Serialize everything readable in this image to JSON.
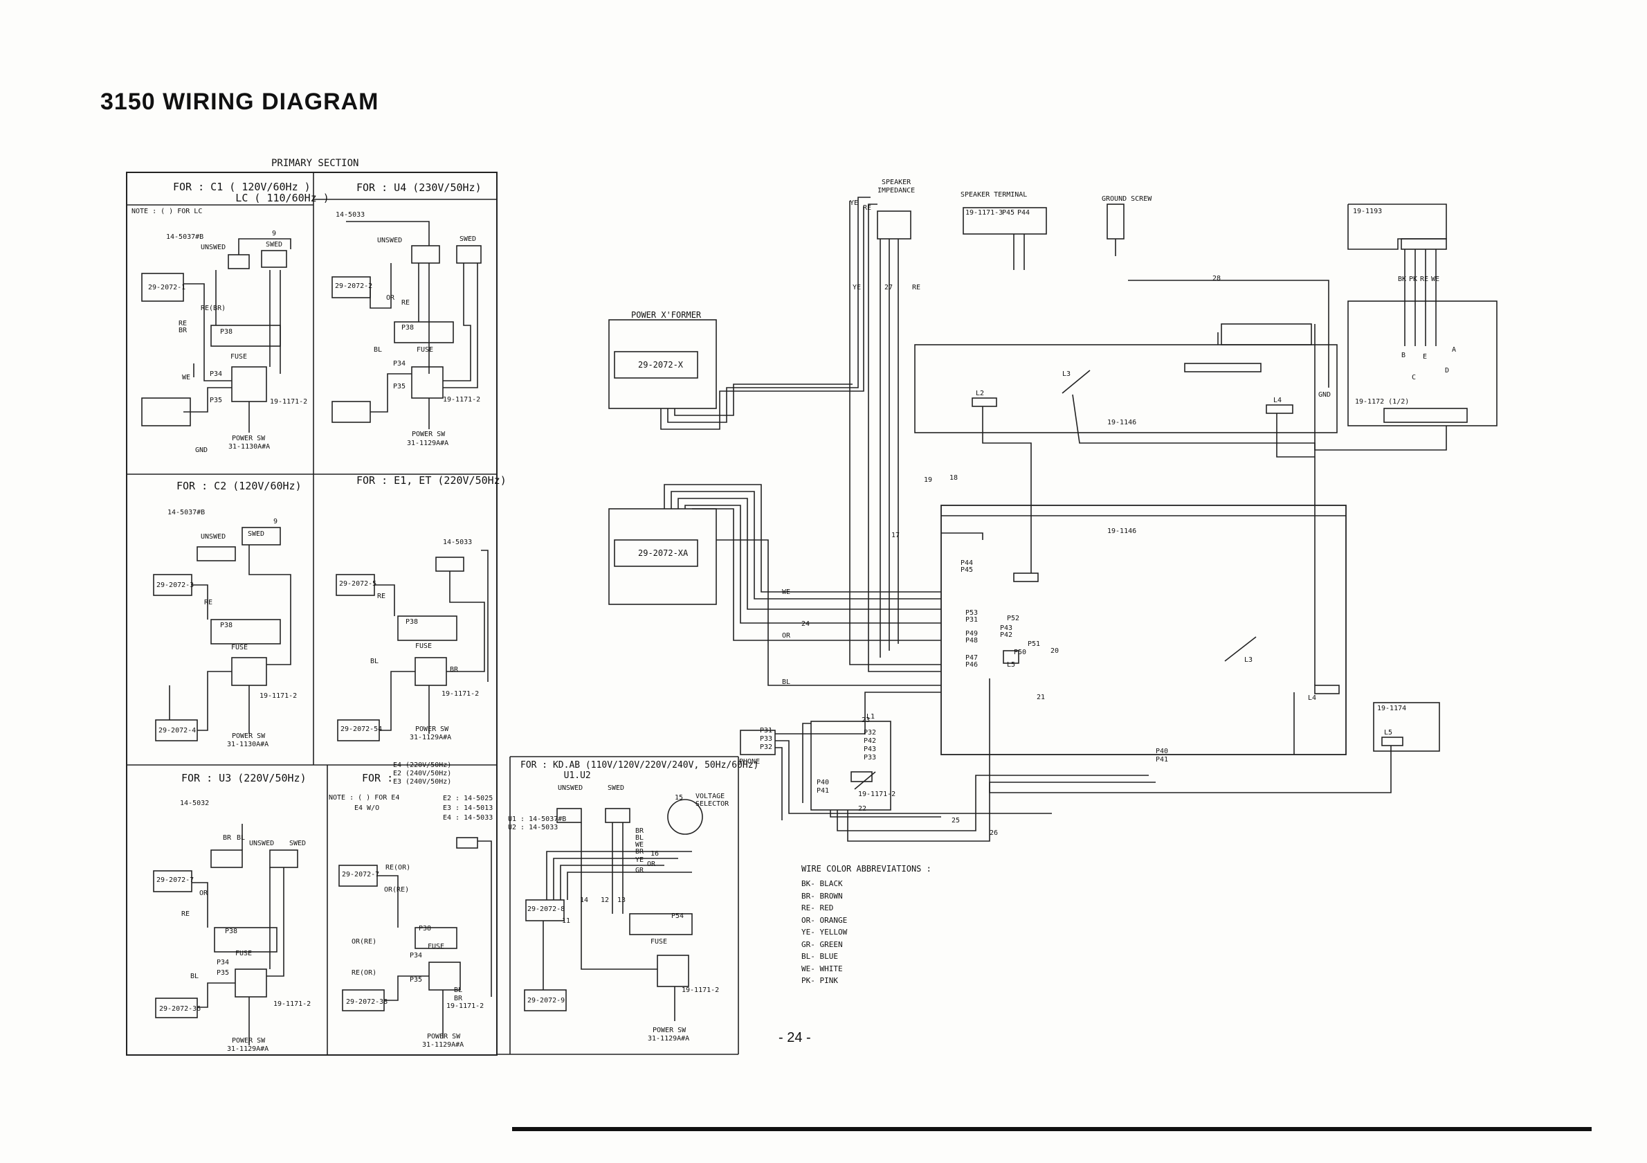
{
  "title": "3150 WIRING DIAGRAM",
  "primary_section": {
    "heading": "PRIMARY SECTION",
    "panels": [
      {
        "id": "c1lc",
        "header": "FOR : C1 ( 120V/60Hz )\n          LC ( 110/60Hz )",
        "note": "NOTE : (   ) FOR  LC",
        "labels": [
          "14-5037#B",
          "UNSWED",
          "SWED",
          "9",
          "29-2072-1",
          "RE(BR)",
          "RE",
          "BR",
          "P38",
          "FUSE",
          "WE",
          "P34",
          "P35",
          "19-1171-2",
          "GND",
          "POWER SW",
          "31-1130A#A"
        ]
      },
      {
        "id": "u4",
        "header": "FOR : U4 (230V/50Hz)",
        "labels": [
          "14-5033",
          "UNSWED",
          "SWED",
          "29-2072-2",
          "OR",
          "RE",
          "BL",
          "P38",
          "FUSE",
          "P34",
          "P35",
          "19-1171-2",
          "POWER SW",
          "31-1129A#A"
        ]
      },
      {
        "id": "c2",
        "header": "FOR : C2 (120V/60Hz)",
        "labels": [
          "14-5037#B",
          "UNSWED",
          "SWED",
          "9",
          "29-2072-3",
          "RE",
          "FUSE",
          "P38",
          "19-1171-2",
          "29-2072-4",
          "POWER SW",
          "31-1130A#A"
        ]
      },
      {
        "id": "e1",
        "header": "FOR : E1, ET (220V/50Hz)",
        "labels": [
          "14-5033",
          "29-2072-5",
          "RE",
          "FUSE",
          "P38",
          "BL",
          "BR",
          "19-1171-2",
          "29-2072-54",
          "POWER SW",
          "31-1129A#A"
        ]
      },
      {
        "id": "u3",
        "header": "FOR : U3 (220V/50Hz)",
        "labels": [
          "14-5032",
          "BR",
          "BL",
          "UNSWED",
          "SWED",
          "29-2072-7",
          "OR",
          "RE",
          "BL",
          "P38",
          "FUSE",
          "P34",
          "P35",
          "19-1171-2",
          "29-2072-36",
          "POWER SW",
          "31-1129A#A"
        ]
      },
      {
        "id": "e2",
        "header_prefix": "FOR :",
        "header_lines": [
          "E4 (220V/50Hz)",
          "E2 (240V/50Hz)",
          "E3 (240V/50Hz)"
        ],
        "note": "NOTE : (   ) FOR  E4",
        "note2": "E4 W/O",
        "parts": [
          "E2 : 14-5025",
          "E3 : 14-5013",
          "E4 : 14-5033"
        ],
        "labels": [
          "29-2072-7",
          "RE(OR)",
          "OR(RE)",
          "OR(RE)",
          "RE(OR)",
          "P38",
          "FUSE",
          "P34",
          "P35",
          "BL",
          "BR",
          "19-1171-2",
          "29-2072-38",
          "POWER SW",
          "31-1129A#A"
        ]
      },
      {
        "id": "kd",
        "header": "FOR : KD.AB (110V/120V/220V/240V, 50Hz/60Hz)\n        U1.U2",
        "labels": [
          "UNSWED",
          "SWED",
          "15",
          "VOLTAGE SELECTOR",
          "U1 : 14-5037#B",
          "U2 : 14-5033",
          "BR",
          "BL",
          "WE",
          "BR",
          "YE",
          "OR",
          "GR",
          "16",
          "29-2072-8",
          "11",
          "14",
          "12",
          "13",
          "P54",
          "FUSE",
          "19-1171-2",
          "29-2072-9",
          "POWER SW",
          "31-1129A#A"
        ]
      }
    ]
  },
  "secondary": {
    "speaker_impedance": "SPEAKER\nIMPEDANCE",
    "speaker_terminal": "SPEAKER TERMINAL",
    "ground_screw": "GROUND SCREW",
    "power_xformer": "POWER  X'FORMER",
    "xformer_1": "29-2072-X",
    "xformer_2": "29-2072-XA",
    "part_19_1193": "19-1193",
    "part_19_1171_3": "19-1171-3",
    "part_19_1172": "19-1172 (1/2)",
    "part_19_1146_a": "19-1146",
    "part_19_1146_b": "19-1146",
    "part_19_1171_2": "19-1171-2",
    "part_19_1174": "19-1174",
    "phone": "PHONE",
    "gnd": "GND",
    "wire_labels": [
      "YE",
      "RE",
      "YE",
      "27",
      "RE",
      "28",
      "19",
      "18",
      "17",
      "24",
      "WE",
      "OR",
      "BL",
      "23",
      "22",
      "25",
      "26",
      "20",
      "21",
      "BK",
      "PK",
      "RE",
      "WE"
    ],
    "pin_labels": [
      "P45",
      "P44",
      "P44",
      "P45",
      "P53",
      "P31",
      "P49",
      "P48",
      "P47",
      "P46",
      "P52",
      "P43",
      "P42",
      "P51",
      "P50",
      "L5",
      "P32",
      "P42",
      "P43",
      "P33",
      "P40",
      "P41",
      "P31",
      "P33",
      "P32",
      "P40",
      "P41",
      "B",
      "C",
      "E",
      "D",
      "A"
    ],
    "coils": [
      "L1",
      "L2",
      "L3",
      "L3",
      "L4",
      "L4",
      "L5"
    ]
  },
  "legend": {
    "title": "WIRE COLOR  ABBREVIATIONS :",
    "items": [
      "BK- BLACK",
      "BR- BROWN",
      "RE- RED",
      "OR- ORANGE",
      "YE- YELLOW",
      "GR- GREEN",
      "BL- BLUE",
      "WE- WHITE",
      "PK- PINK"
    ]
  },
  "page_number": "- 24 -"
}
